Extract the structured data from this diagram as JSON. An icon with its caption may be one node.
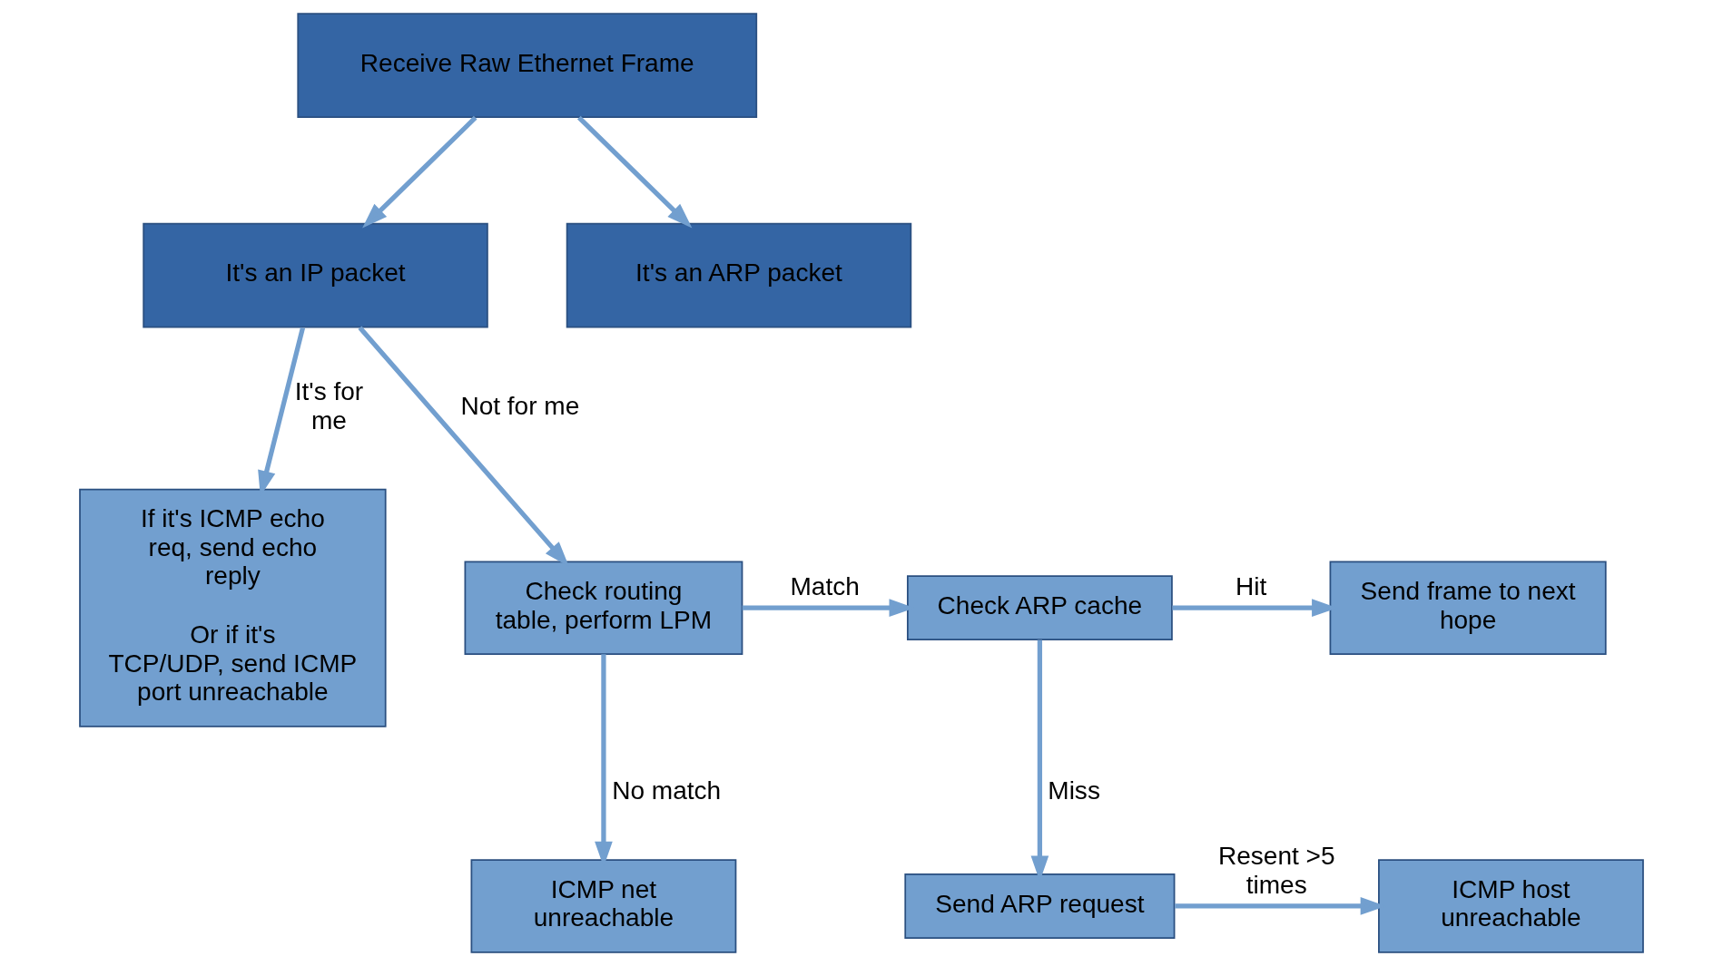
{
  "diagram": {
    "nodes": [
      {
        "text": [
          "Receive Raw Ethernet Frame"
        ]
      },
      {
        "text": [
          "It's an IP packet"
        ]
      },
      {
        "text": [
          "It's an ARP packet"
        ]
      },
      {
        "text": [
          "If it's ICMP echo req, send echo reply",
          "Or if it's TCP/UDP, send ICMP port unreachable"
        ]
      },
      {
        "text": [
          "Check routing table, perform LPM"
        ]
      },
      {
        "text": [
          "Check ARP cache"
        ]
      },
      {
        "text": [
          "Send frame to next hope"
        ]
      },
      {
        "text": [
          "ICMP net unreachable"
        ]
      },
      {
        "text": [
          "Send ARP request"
        ]
      },
      {
        "text": [
          "ICMP host unreachable"
        ]
      }
    ],
    "edges": [
      {
        "from": 0,
        "to": 1,
        "arrow": "to"
      },
      {
        "from": 0,
        "to": 2,
        "arrow": "to"
      },
      {
        "from": 1,
        "to": 3,
        "arrow": "to",
        "label": "It's for me"
      },
      {
        "from": 1,
        "to": 4,
        "arrow": "to",
        "label": "Not for me"
      },
      {
        "from": 4,
        "to": 5,
        "arrow": "to",
        "label": "Match"
      },
      {
        "from": 5,
        "to": 6,
        "arrow": "to",
        "label": "Hit"
      },
      {
        "from": 4,
        "to": 7,
        "arrow": "to",
        "label": "No match"
      },
      {
        "from": 5,
        "to": 8,
        "arrow": "to",
        "label": "Miss"
      },
      {
        "from": 8,
        "to": 9,
        "arrow": "to",
        "label": "Resent >5 times"
      }
    ]
  }
}
